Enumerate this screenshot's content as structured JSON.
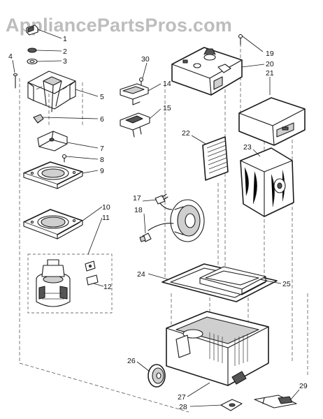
{
  "watermark": "AppliancePartsPros.com",
  "callouts": {
    "c1": "1",
    "c2": "2",
    "c3": "3",
    "c4": "4",
    "c5": "5",
    "c6": "6",
    "c7": "7",
    "c8": "8",
    "c9": "9",
    "c10": "10",
    "c11": "11",
    "c12": "12",
    "c14": "14",
    "c15": "15",
    "c17": "17",
    "c18": "18",
    "c19": "19",
    "c20": "20",
    "c21": "21",
    "c22": "22",
    "c23": "23",
    "c24": "24",
    "c25": "25",
    "c26": "26",
    "c27": "27",
    "c28": "28",
    "c29": "29",
    "c30": "30"
  },
  "colors": {
    "line": "#1a1a1a",
    "watermark": "#bdbdbd",
    "background": "#ffffff"
  }
}
